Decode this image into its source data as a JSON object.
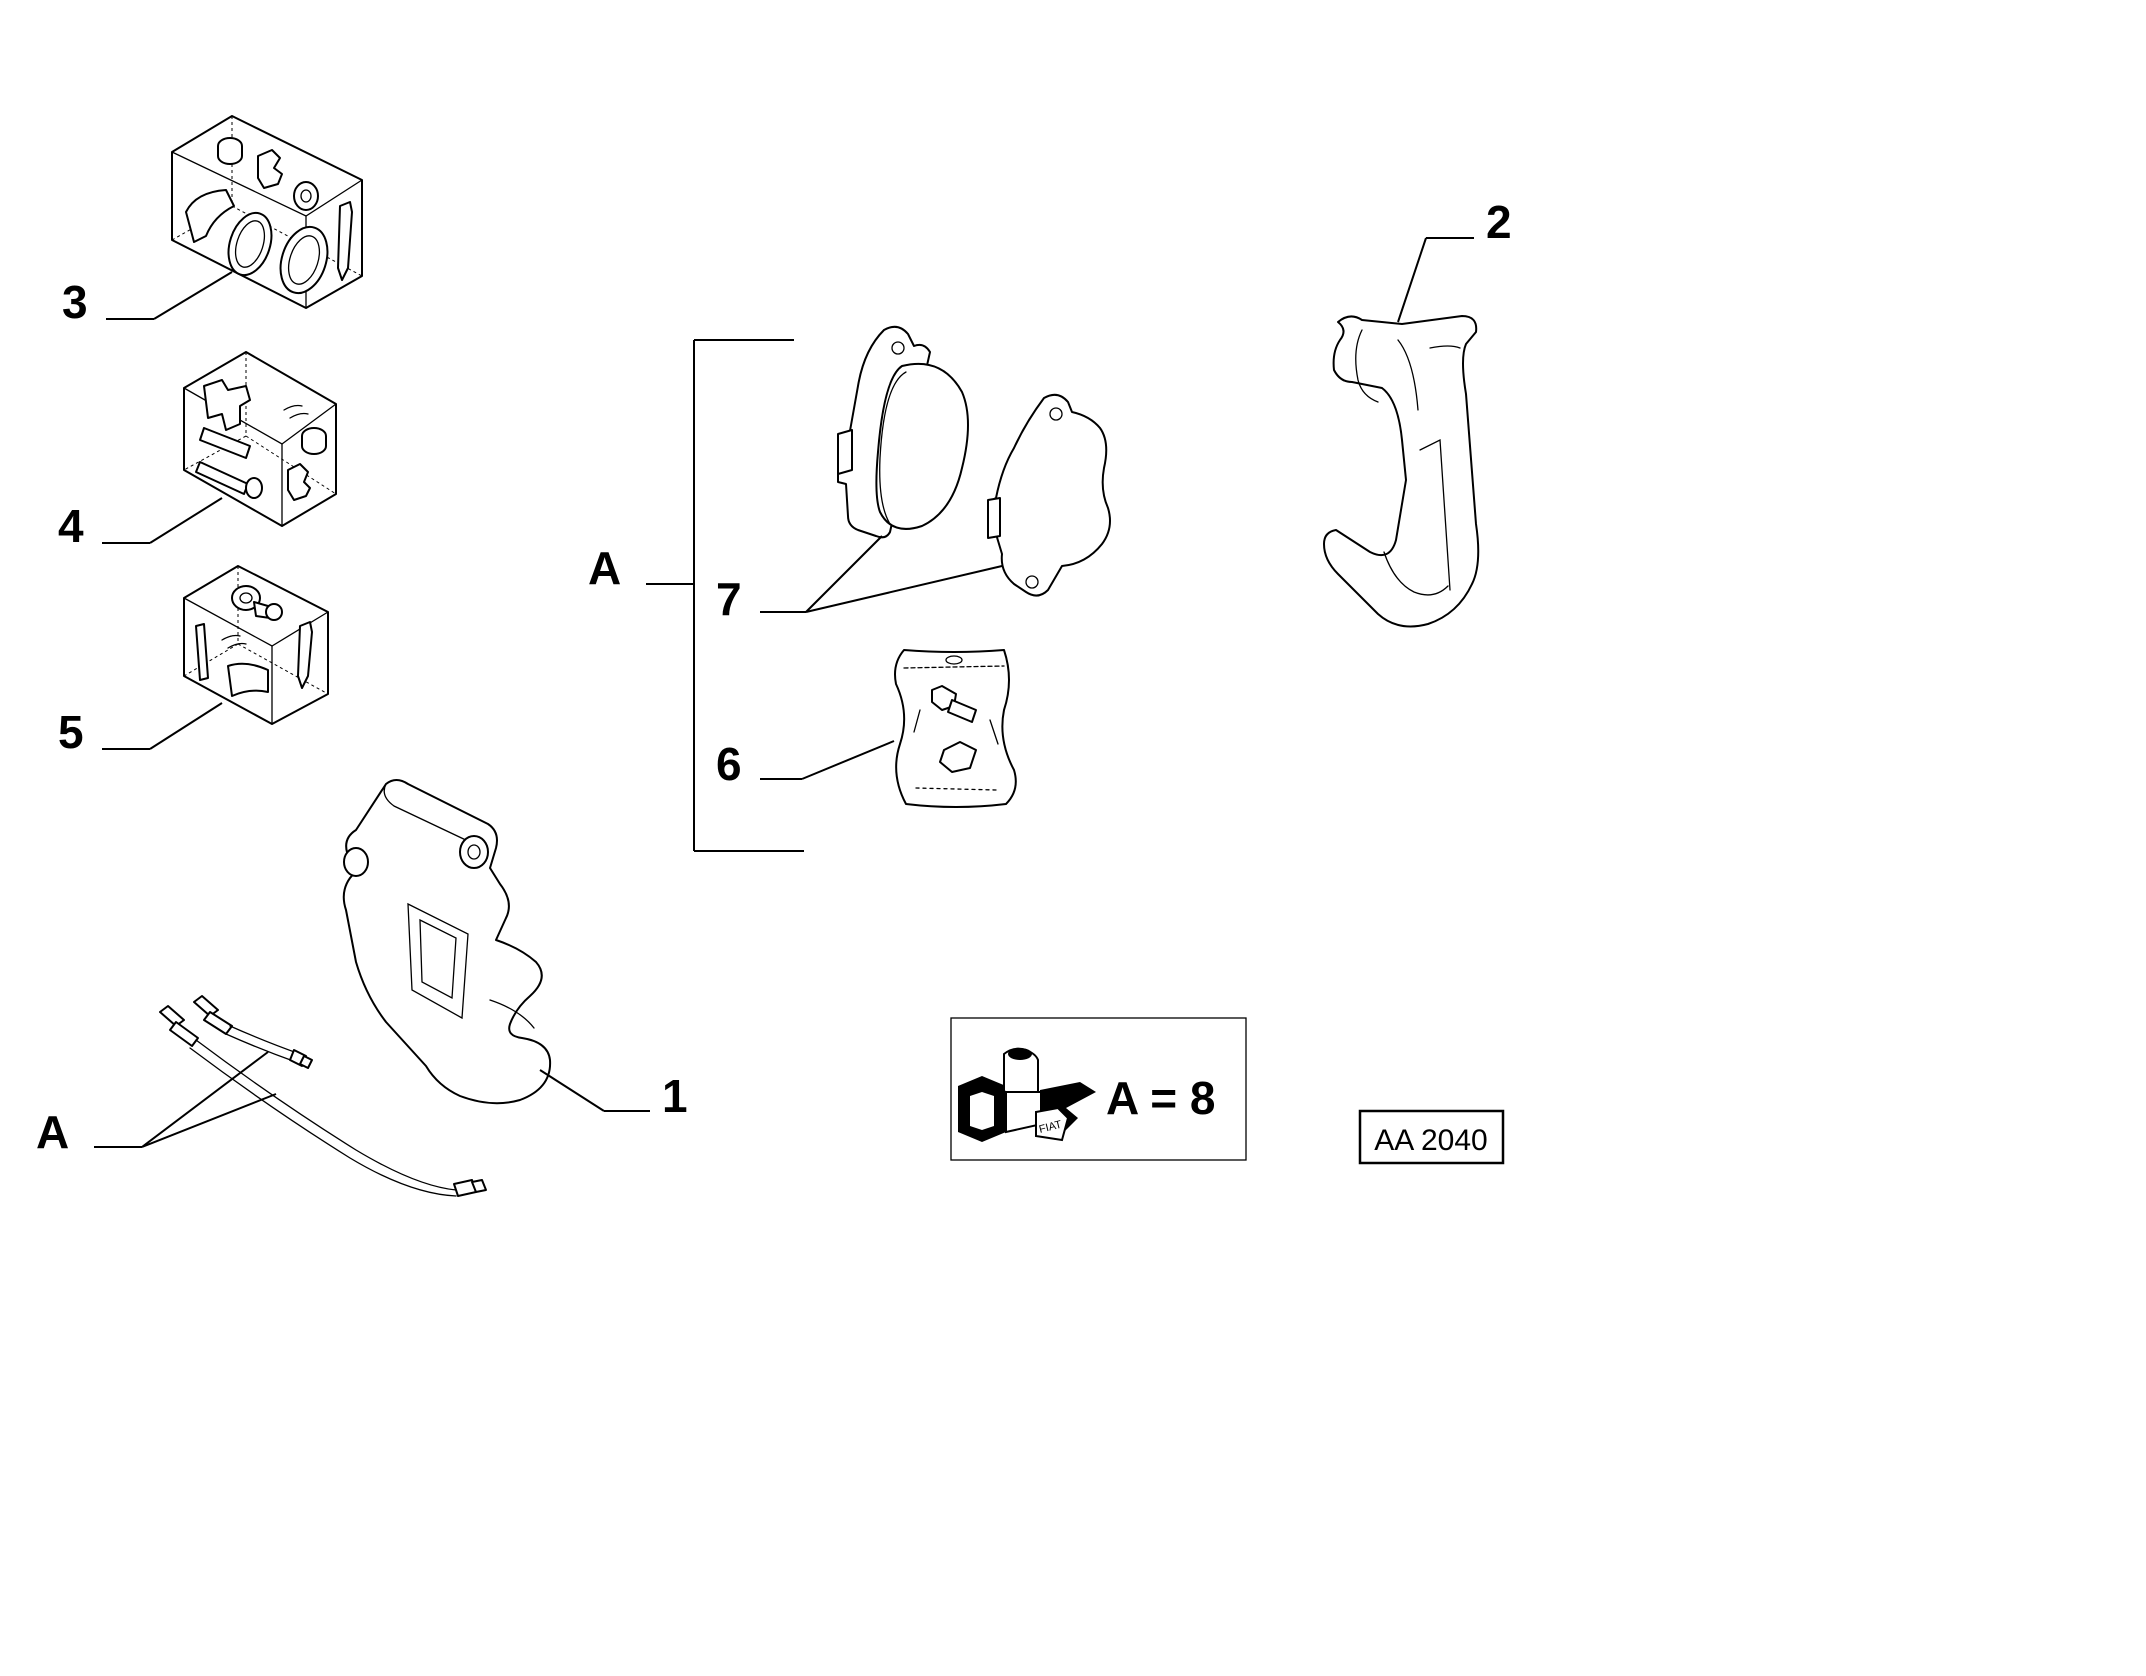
{
  "labels": {
    "part1": "1",
    "part2": "2",
    "part3": "3",
    "part4": "4",
    "part5": "5",
    "part6": "6",
    "part7": "7",
    "group_a_bracket": "A",
    "group_a_hoses": "A"
  },
  "legend": {
    "text": "A = 8",
    "box_brand": "FIAT"
  },
  "drawing_code": "AA 2040",
  "icons": [
    "caliper-body",
    "caliper-bracket",
    "seal-kit-box",
    "bolt-kit-box",
    "repair-kit-box",
    "hardware-bag",
    "brake-pad-pair",
    "brake-hoses",
    "spare-parts-box"
  ]
}
